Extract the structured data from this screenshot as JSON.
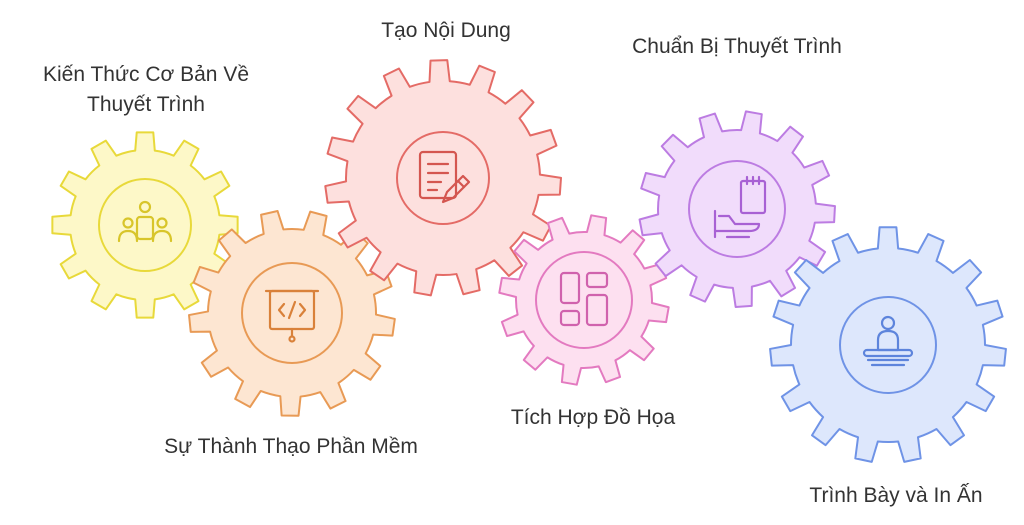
{
  "steps": [
    {
      "label": "Kiến Thức Cơ Bản Về Thuyết Trình",
      "icon": "meeting-table-icon",
      "fill": "#fdf8c8",
      "stroke": "#e8d93a"
    },
    {
      "label": "Sự Thành Thạo Phần Mềm",
      "icon": "code-presentation-board-icon",
      "fill": "#fde6d2",
      "stroke": "#e89a55"
    },
    {
      "label": "Tạo Nội Dung",
      "icon": "document-edit-icon",
      "fill": "#fde0de",
      "stroke": "#e46b66"
    },
    {
      "label": "Tích Hợp Đồ Họa",
      "icon": "layout-grid-icon",
      "fill": "#fde0f0",
      "stroke": "#e37ac0"
    },
    {
      "label": "Chuẩn Bị Thuyết Trình",
      "icon": "calendar-plan-icon",
      "fill": "#f1dcfb",
      "stroke": "#bc7ce2"
    },
    {
      "label": "Trình Bày và In Ấn",
      "icon": "speaker-podium-icon",
      "fill": "#dde7fc",
      "stroke": "#6f93e6"
    }
  ]
}
